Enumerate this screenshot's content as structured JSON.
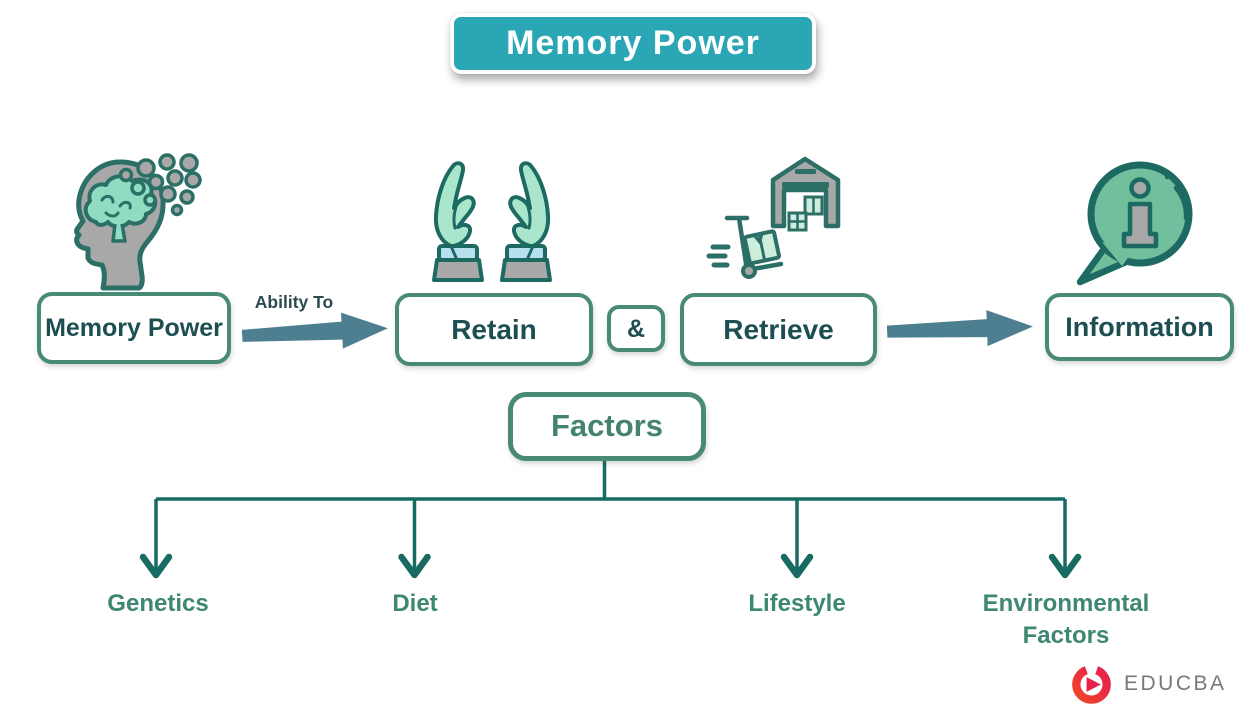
{
  "banner": {
    "title": "Memory Power"
  },
  "flow": {
    "memory_power": "Memory Power",
    "ability_to": "Ability To",
    "retain": "Retain",
    "ampersand": "&",
    "retrieve": "Retrieve",
    "information": "Information"
  },
  "factors": {
    "title": "Factors",
    "items": [
      {
        "label": "Genetics"
      },
      {
        "label": "Diet"
      },
      {
        "label": "Lifestyle"
      },
      {
        "label": "Environmental Factors"
      }
    ]
  },
  "branding": {
    "name": "EDUCBA"
  },
  "icons": {
    "memory": "brain-with-bubbles-icon",
    "retain": "open-hands-icon",
    "retrieve": "warehouse-trolley-icon",
    "information": "info-speech-bubble-icon",
    "logo": "educba-logo-icon"
  },
  "colors": {
    "banner_bg": "#2aa6b5",
    "box_border": "#488a74",
    "box_text": "#1d4e50",
    "factors_text": "#44846f",
    "arrow": "#4d7f91",
    "tree_lines": "#176b62",
    "leaf_text": "#3e8773",
    "icon_outline": "#2b6f66",
    "icon_gray": "#a8a8a8",
    "icon_mint": "#8fdcc0",
    "icon_green": "#72bf9e",
    "logo_text": "#77787c"
  }
}
